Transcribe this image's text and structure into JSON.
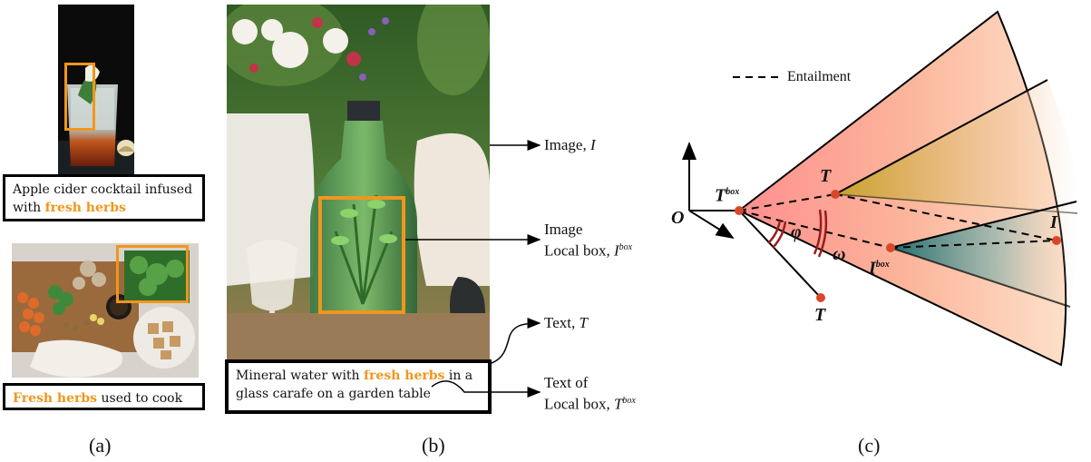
{
  "panel_a": {
    "label": "(a)",
    "caption1": {
      "pre": "Apple cider cocktail infused with ",
      "highlight": "fresh herbs",
      "post": ""
    },
    "caption2": {
      "pre": "",
      "highlight": "Fresh herbs",
      "post": " used to cook"
    }
  },
  "panel_b": {
    "label": "(b)",
    "caption": {
      "pre": "Mineral water with ",
      "highlight": "fresh herbs",
      "post": " in a glass carafe on a garden table"
    },
    "arrow_labels": {
      "image": "Image, ",
      "image_sym": "I",
      "local_box_line1": "Image",
      "local_box_line2": "Local box, ",
      "local_box_sym": "I",
      "local_box_sup": "box",
      "text": "Text, ",
      "text_sym": "T",
      "text_box_line1": "Text of",
      "text_box_line2": "Local box, ",
      "text_box_sym": "T",
      "text_box_sup": "box"
    }
  },
  "panel_c": {
    "label": "(c)",
    "legend": "Entailment",
    "origin": "O",
    "t_box": "T",
    "t_box_sup": "box",
    "t_upper": "T",
    "i_point": "I",
    "i_box": "I",
    "i_box_sup": "box",
    "t_lower": "T",
    "phi": "φ",
    "omega": "ω"
  },
  "colors": {
    "highlight": "#f0961e",
    "box_orange": "#f0961e",
    "point": "#d9472b",
    "arc": "#9b1c1c"
  }
}
